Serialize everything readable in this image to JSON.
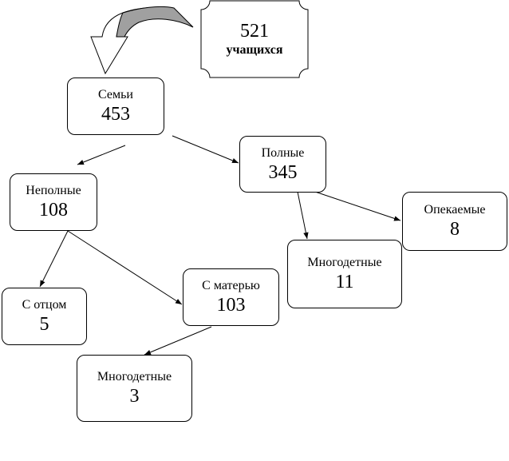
{
  "total": {
    "value": "521",
    "label": "учащихся"
  },
  "nodes": {
    "families": {
      "label": "Семьи",
      "value": "453"
    },
    "complete": {
      "label": "Полные",
      "value": "345"
    },
    "incomplete": {
      "label": "Неполные",
      "value": "108"
    },
    "guardianship": {
      "label": "Опекаемые",
      "value": "8"
    },
    "large_complete": {
      "label": "Многодетные",
      "value": "11"
    },
    "with_father": {
      "label": "С отцом",
      "value": "5"
    },
    "with_mother": {
      "label": "С матерью",
      "value": "103"
    },
    "large_mother": {
      "label": "Многодетные",
      "value": "3"
    }
  },
  "colors": {
    "stroke": "#000000",
    "curved_arrow_fill": "#a0a0a0"
  }
}
